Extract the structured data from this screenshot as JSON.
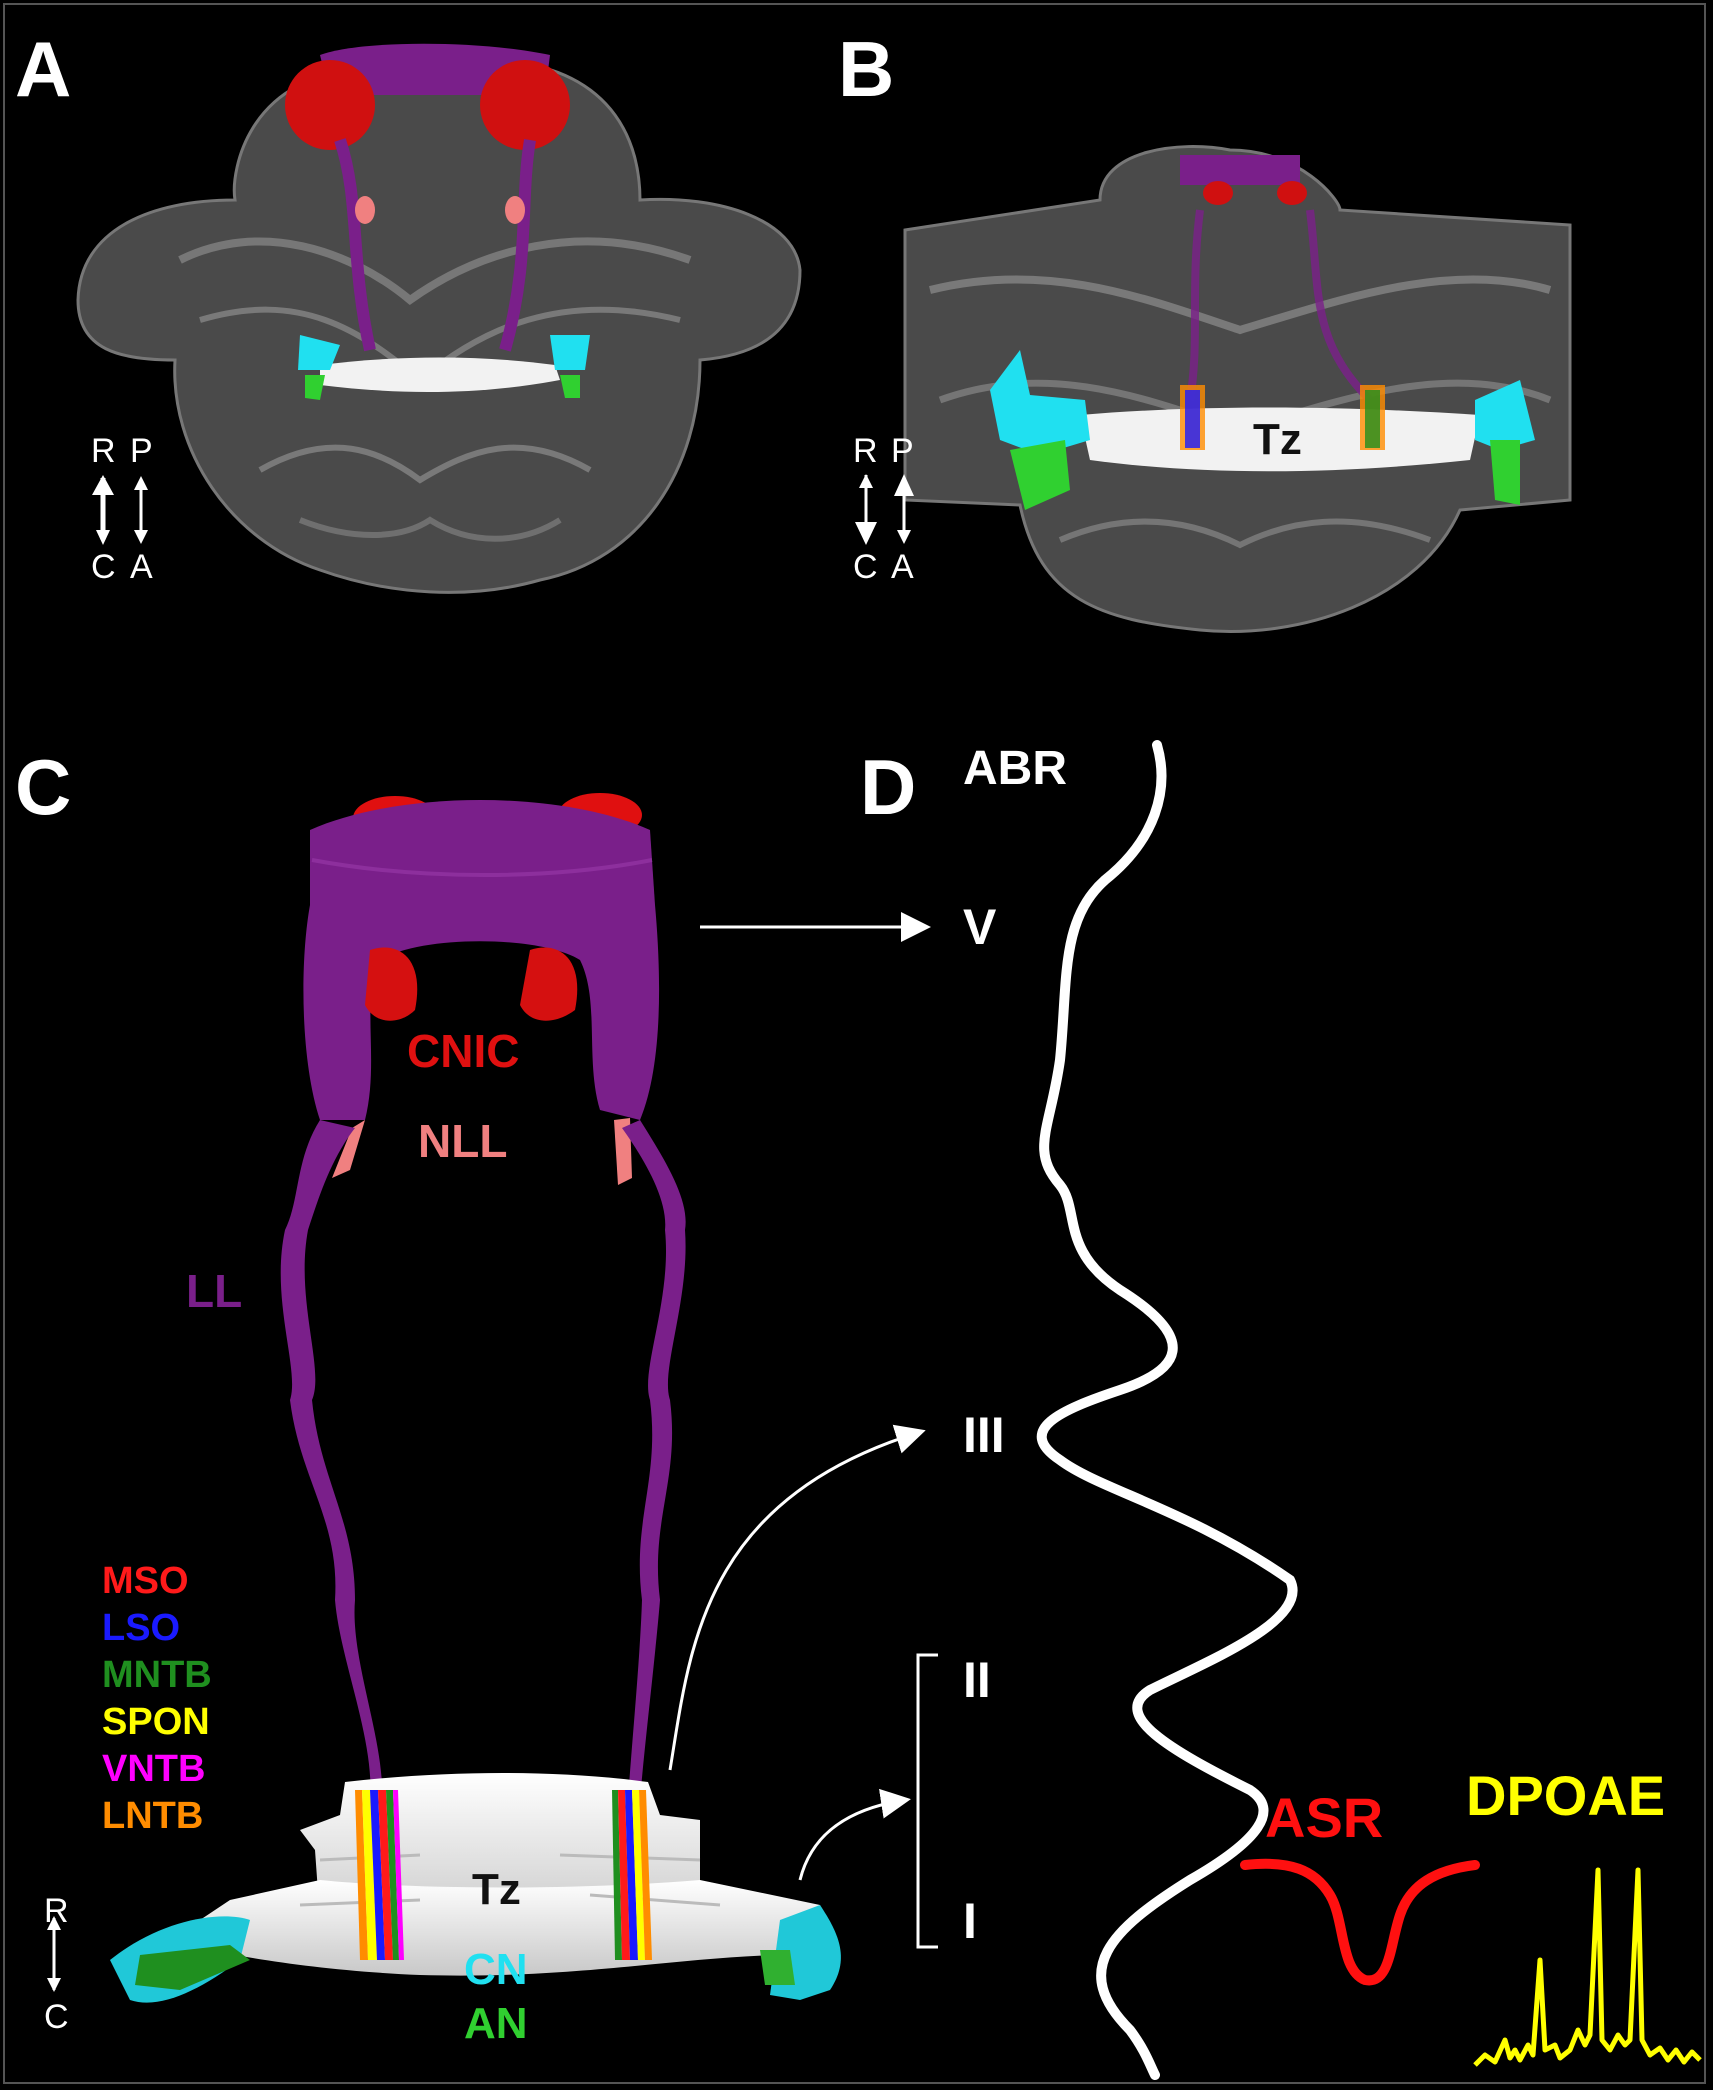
{
  "panels": {
    "a": "A",
    "b": "B",
    "c": "C",
    "d": "D"
  },
  "panel_a": {
    "orient": {
      "r": "R",
      "c": "C",
      "p": "P",
      "a": "A"
    }
  },
  "panel_b": {
    "tz": "Tz",
    "orient": {
      "r": "R",
      "c": "C",
      "p": "P",
      "a": "A"
    }
  },
  "panel_c": {
    "cnic": "CNIC",
    "nll": "NLL",
    "ll": "LL",
    "tz": "Tz",
    "cn": "CN",
    "an": "AN",
    "legend": [
      {
        "label": "MSO",
        "color": "#ff1a1a"
      },
      {
        "label": "LSO",
        "color": "#1a1aff"
      },
      {
        "label": "MNTB",
        "color": "#1f8f1f"
      },
      {
        "label": "SPON",
        "color": "#ffff00"
      },
      {
        "label": "VNTB",
        "color": "#ff00ff"
      },
      {
        "label": "LNTB",
        "color": "#ff8c00"
      }
    ],
    "orient": {
      "r": "R",
      "c": "C"
    }
  },
  "panel_d": {
    "abr": "ABR",
    "waves": {
      "v": "V",
      "iii": "III",
      "ii": "II",
      "i": "I"
    },
    "asr": "ASR",
    "dpoae": "DPOAE"
  },
  "colors": {
    "brain_gray": "#8a8a8a",
    "ll_purple": "#7a1f8a",
    "cnic_red": "#e01010",
    "nll_pink": "#f08080",
    "cn_cyan": "#20e0f0",
    "an_green": "#30d030",
    "tz_white": "#f0f0f0",
    "asr_red": "#ff1010",
    "dpoae_yellow": "#ffff00"
  }
}
